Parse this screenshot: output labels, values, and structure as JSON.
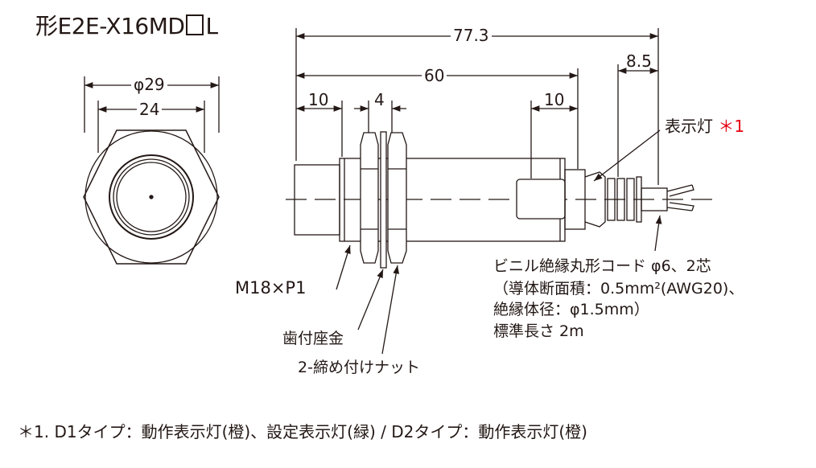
{
  "title": {
    "prefix": "形E2E-X16MD",
    "suffix": "L"
  },
  "dimensions": {
    "overall_length": "77.3",
    "body_length": "60",
    "rear_extension": "8.5",
    "front_cap": "10",
    "nut_width": "4",
    "rear_cap": "10",
    "outer_diameter": "φ29",
    "across_flats": "24"
  },
  "labels": {
    "indicator": "表示灯",
    "indicator_ref": "＊1",
    "thread": "M18×P1",
    "washer": "歯付座金",
    "nut": "2-締め付けナット",
    "cable_line1": "ビニル絶縁丸形コード φ6、2芯",
    "cable_line2": "（導体断面積：0.5mm²(AWG20)、",
    "cable_line3": "絶縁体径：φ1.5mm）",
    "cable_line4": "標準長さ 2m"
  },
  "footnote": "＊1. D1タイプ：動作表示灯(橙)、設定表示灯(緑) / D2タイプ：動作表示灯(橙)",
  "colors": {
    "line": "#231815",
    "accent": "#e60012"
  }
}
